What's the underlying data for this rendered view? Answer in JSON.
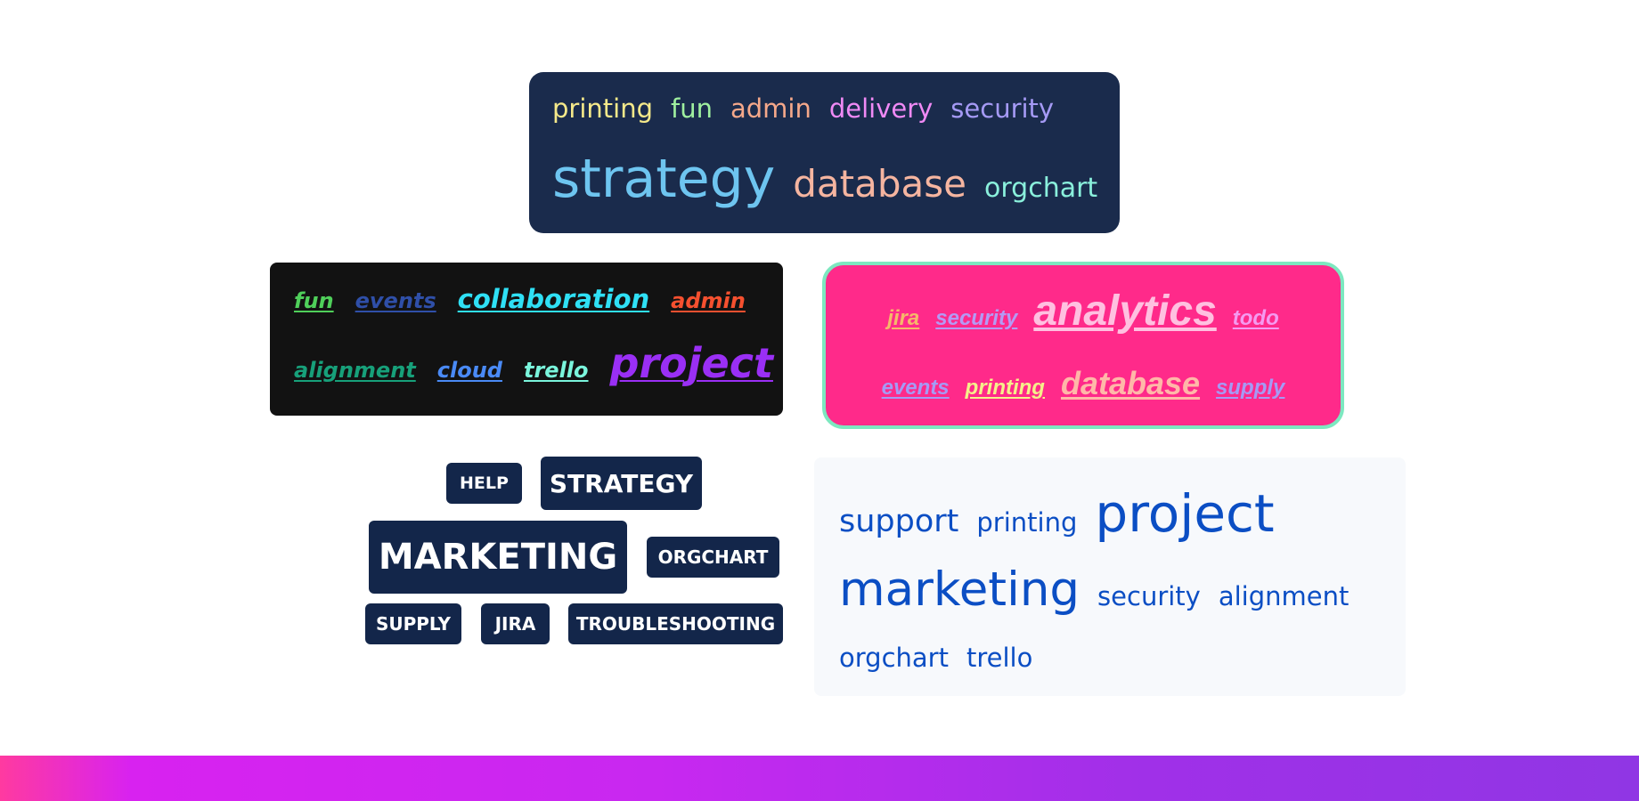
{
  "cloud1": {
    "row1": [
      {
        "text": "printing",
        "color": "#f5e98a"
      },
      {
        "text": "fun",
        "color": "#9fef9f"
      },
      {
        "text": "admin",
        "color": "#f5a88a"
      },
      {
        "text": "delivery",
        "color": "#f08af5"
      },
      {
        "text": "security",
        "color": "#a59af5"
      }
    ],
    "row2": [
      {
        "text": "strategy",
        "color": "#6ec5f0"
      },
      {
        "text": "database",
        "color": "#f5b5a0"
      },
      {
        "text": "orgchart",
        "color": "#8af0dc"
      }
    ]
  },
  "cloud2": {
    "row1": [
      {
        "text": "fun",
        "color": "#4fcf5a"
      },
      {
        "text": "events",
        "color": "#2f4fa8"
      },
      {
        "text": "collaboration",
        "color": "#2fe0f5"
      },
      {
        "text": "admin",
        "color": "#f5502f"
      }
    ],
    "row2": [
      {
        "text": "alignment",
        "color": "#17a07a"
      },
      {
        "text": "cloud",
        "color": "#4a8af5"
      },
      {
        "text": "trello",
        "color": "#7af5dc"
      },
      {
        "text": "project",
        "color": "#9a2ff5"
      }
    ]
  },
  "cloud3": {
    "row1": [
      {
        "text": "jira",
        "color": "#f5b86a"
      },
      {
        "text": "security",
        "color": "#b49af5"
      },
      {
        "text": "analytics",
        "color": "#ffc0e0"
      },
      {
        "text": "todo",
        "color": "#f59af0"
      }
    ],
    "row2": [
      {
        "text": "events",
        "color": "#a59af5"
      },
      {
        "text": "printing",
        "color": "#f5f08a"
      },
      {
        "text": "database",
        "color": "#ffb8a8"
      },
      {
        "text": "supply",
        "color": "#a59af5"
      }
    ]
  },
  "cloud4": {
    "tags": [
      "HELP",
      "STRATEGY",
      "MARKETING",
      "ORGCHART",
      "SUPPLY",
      "JIRA",
      "TROUBLESHOOTING"
    ]
  },
  "cloud5": {
    "row1": [
      "support",
      "printing",
      "project"
    ],
    "row2": [
      "marketing",
      "security",
      "alignment"
    ],
    "row3": [
      "orgchart",
      "trello"
    ]
  }
}
